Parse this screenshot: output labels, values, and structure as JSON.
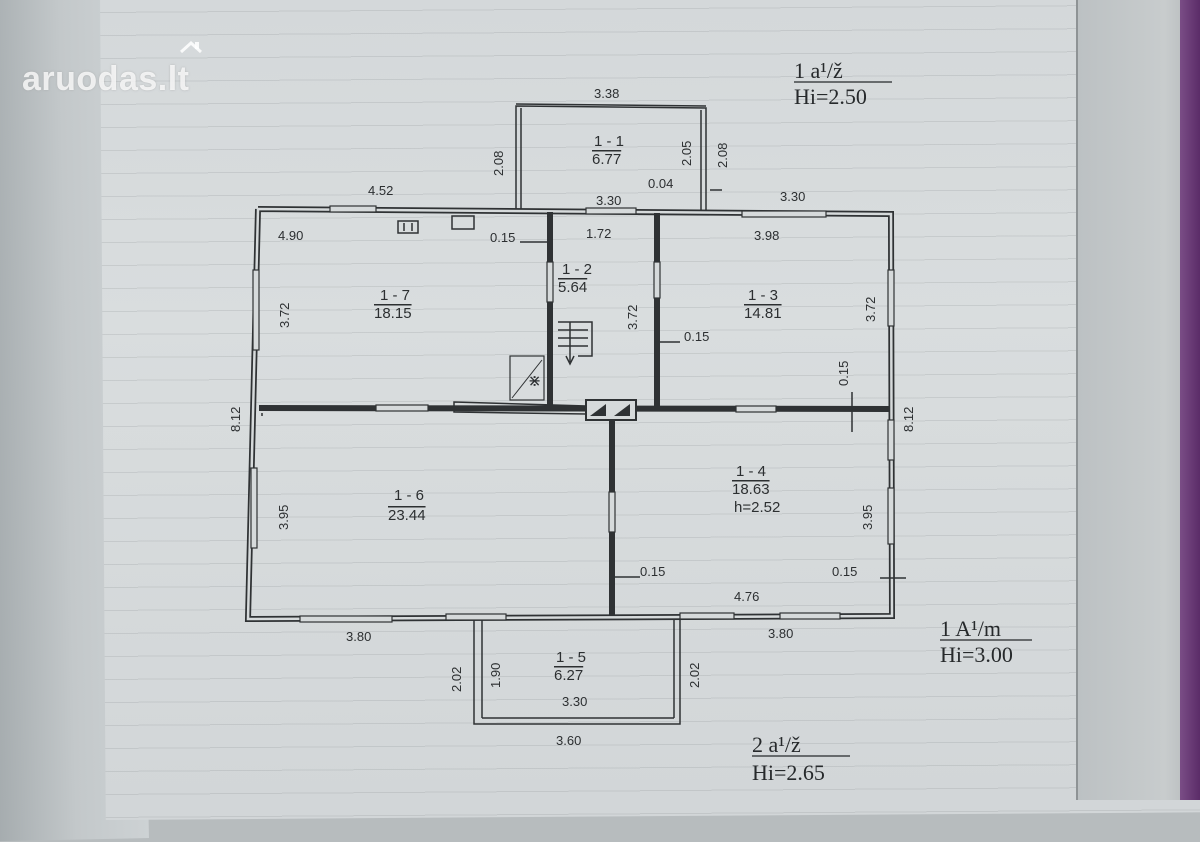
{
  "watermark": {
    "text": "aruodas.lt",
    "icon": "house-icon"
  },
  "annotations": {
    "top_right": {
      "line1": "1 a¹/ž",
      "line2": "Hi=2.50"
    },
    "right": {
      "line1": "1 A¹/m",
      "line2": "Hi=3.00"
    },
    "bottom": {
      "line1": "2 a¹/ž",
      "line2": "Hi=2.65"
    }
  },
  "rooms": {
    "r1_1": {
      "code": "1 - 1",
      "area": "6.77"
    },
    "r1_2": {
      "code": "1 - 2",
      "area": "5.64"
    },
    "r1_3": {
      "code": "1 - 3",
      "area": "14.81"
    },
    "r1_4": {
      "code": "1 - 4",
      "area": "18.63",
      "height": "h=2.52"
    },
    "r1_5": {
      "code": "1 - 5",
      "area": "6.27"
    },
    "r1_6": {
      "code": "1 - 6",
      "area": "23.44"
    },
    "r1_7": {
      "code": "1 - 7",
      "area": "18.15"
    }
  },
  "dimensions": {
    "porch_top_width": "3.38",
    "porch_left_height": "2.08",
    "porch_inner_height": "2.05",
    "porch_right_height": "2.08",
    "porch_wall": "0.04",
    "porch_inner_width": "3.30",
    "top_left_outer": "4.52",
    "top_right_outer": "3.30",
    "room7_width": "4.90",
    "room7_wall": "0.15",
    "room2_width": "1.72",
    "room3_width": "3.98",
    "room7_height": "3.72",
    "room2_height": "3.72",
    "room2_wall": "0.15",
    "room3_height": "3.72",
    "room3_wall": "0.15",
    "left_total": "8.12",
    "right_total": "8.12",
    "room6_height": "3.95",
    "room4_height": "3.95",
    "room6_wall": "0.15",
    "room4_wall": "0.15",
    "room4_width": "4.76",
    "bottom_left_outer": "3.80",
    "bottom_right_outer": "3.80",
    "entry_left_outer": "2.02",
    "entry_left_inner": "1.90",
    "entry_right_outer": "2.02",
    "entry_inner_width": "3.30",
    "entry_outer_width": "3.60"
  }
}
